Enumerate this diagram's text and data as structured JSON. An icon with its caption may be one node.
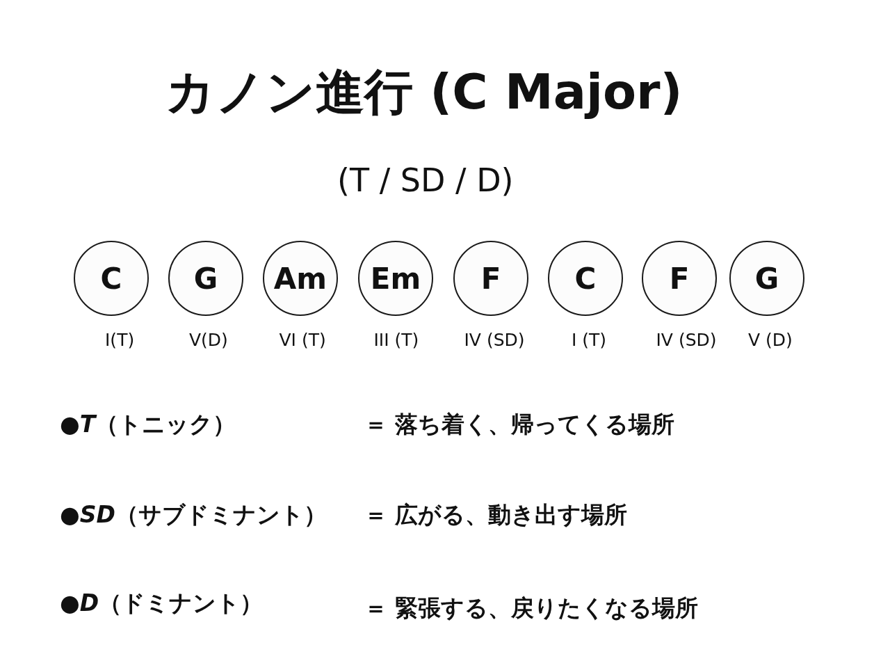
{
  "diagram": {
    "title": "カノン進行 (C Major)",
    "nodes": [
      {
        "text": [
          "C"
        ],
        "beside": [
          "I(T)"
        ]
      },
      {
        "text": [
          "G"
        ],
        "beside": [
          "V(D)"
        ]
      },
      {
        "text": [
          "Am"
        ],
        "beside": [
          "VI (T)"
        ]
      },
      {
        "text": [
          "Em"
        ],
        "beside": [
          "III (T)"
        ]
      },
      {
        "text": [
          "F"
        ],
        "beside": [
          "IV (SD)"
        ]
      },
      {
        "text": [
          "C"
        ],
        "beside": [
          "I (T)"
        ]
      },
      {
        "text": [
          "F"
        ],
        "beside": [
          "IV (SD)"
        ]
      },
      {
        "text": [
          "G"
        ],
        "beside": [
          "V (D)"
        ]
      }
    ],
    "labels": [
      "(T / SD / D)",
      "●*T*（トニック）",
      "＝ 落ち着く、帰ってくる場所",
      "●*SD*（サブドミナント）",
      "＝ 広がる、動き出す場所",
      "●*D*（ドミナント）",
      "＝ 緊張する、戻りたくなる場所"
    ]
  }
}
